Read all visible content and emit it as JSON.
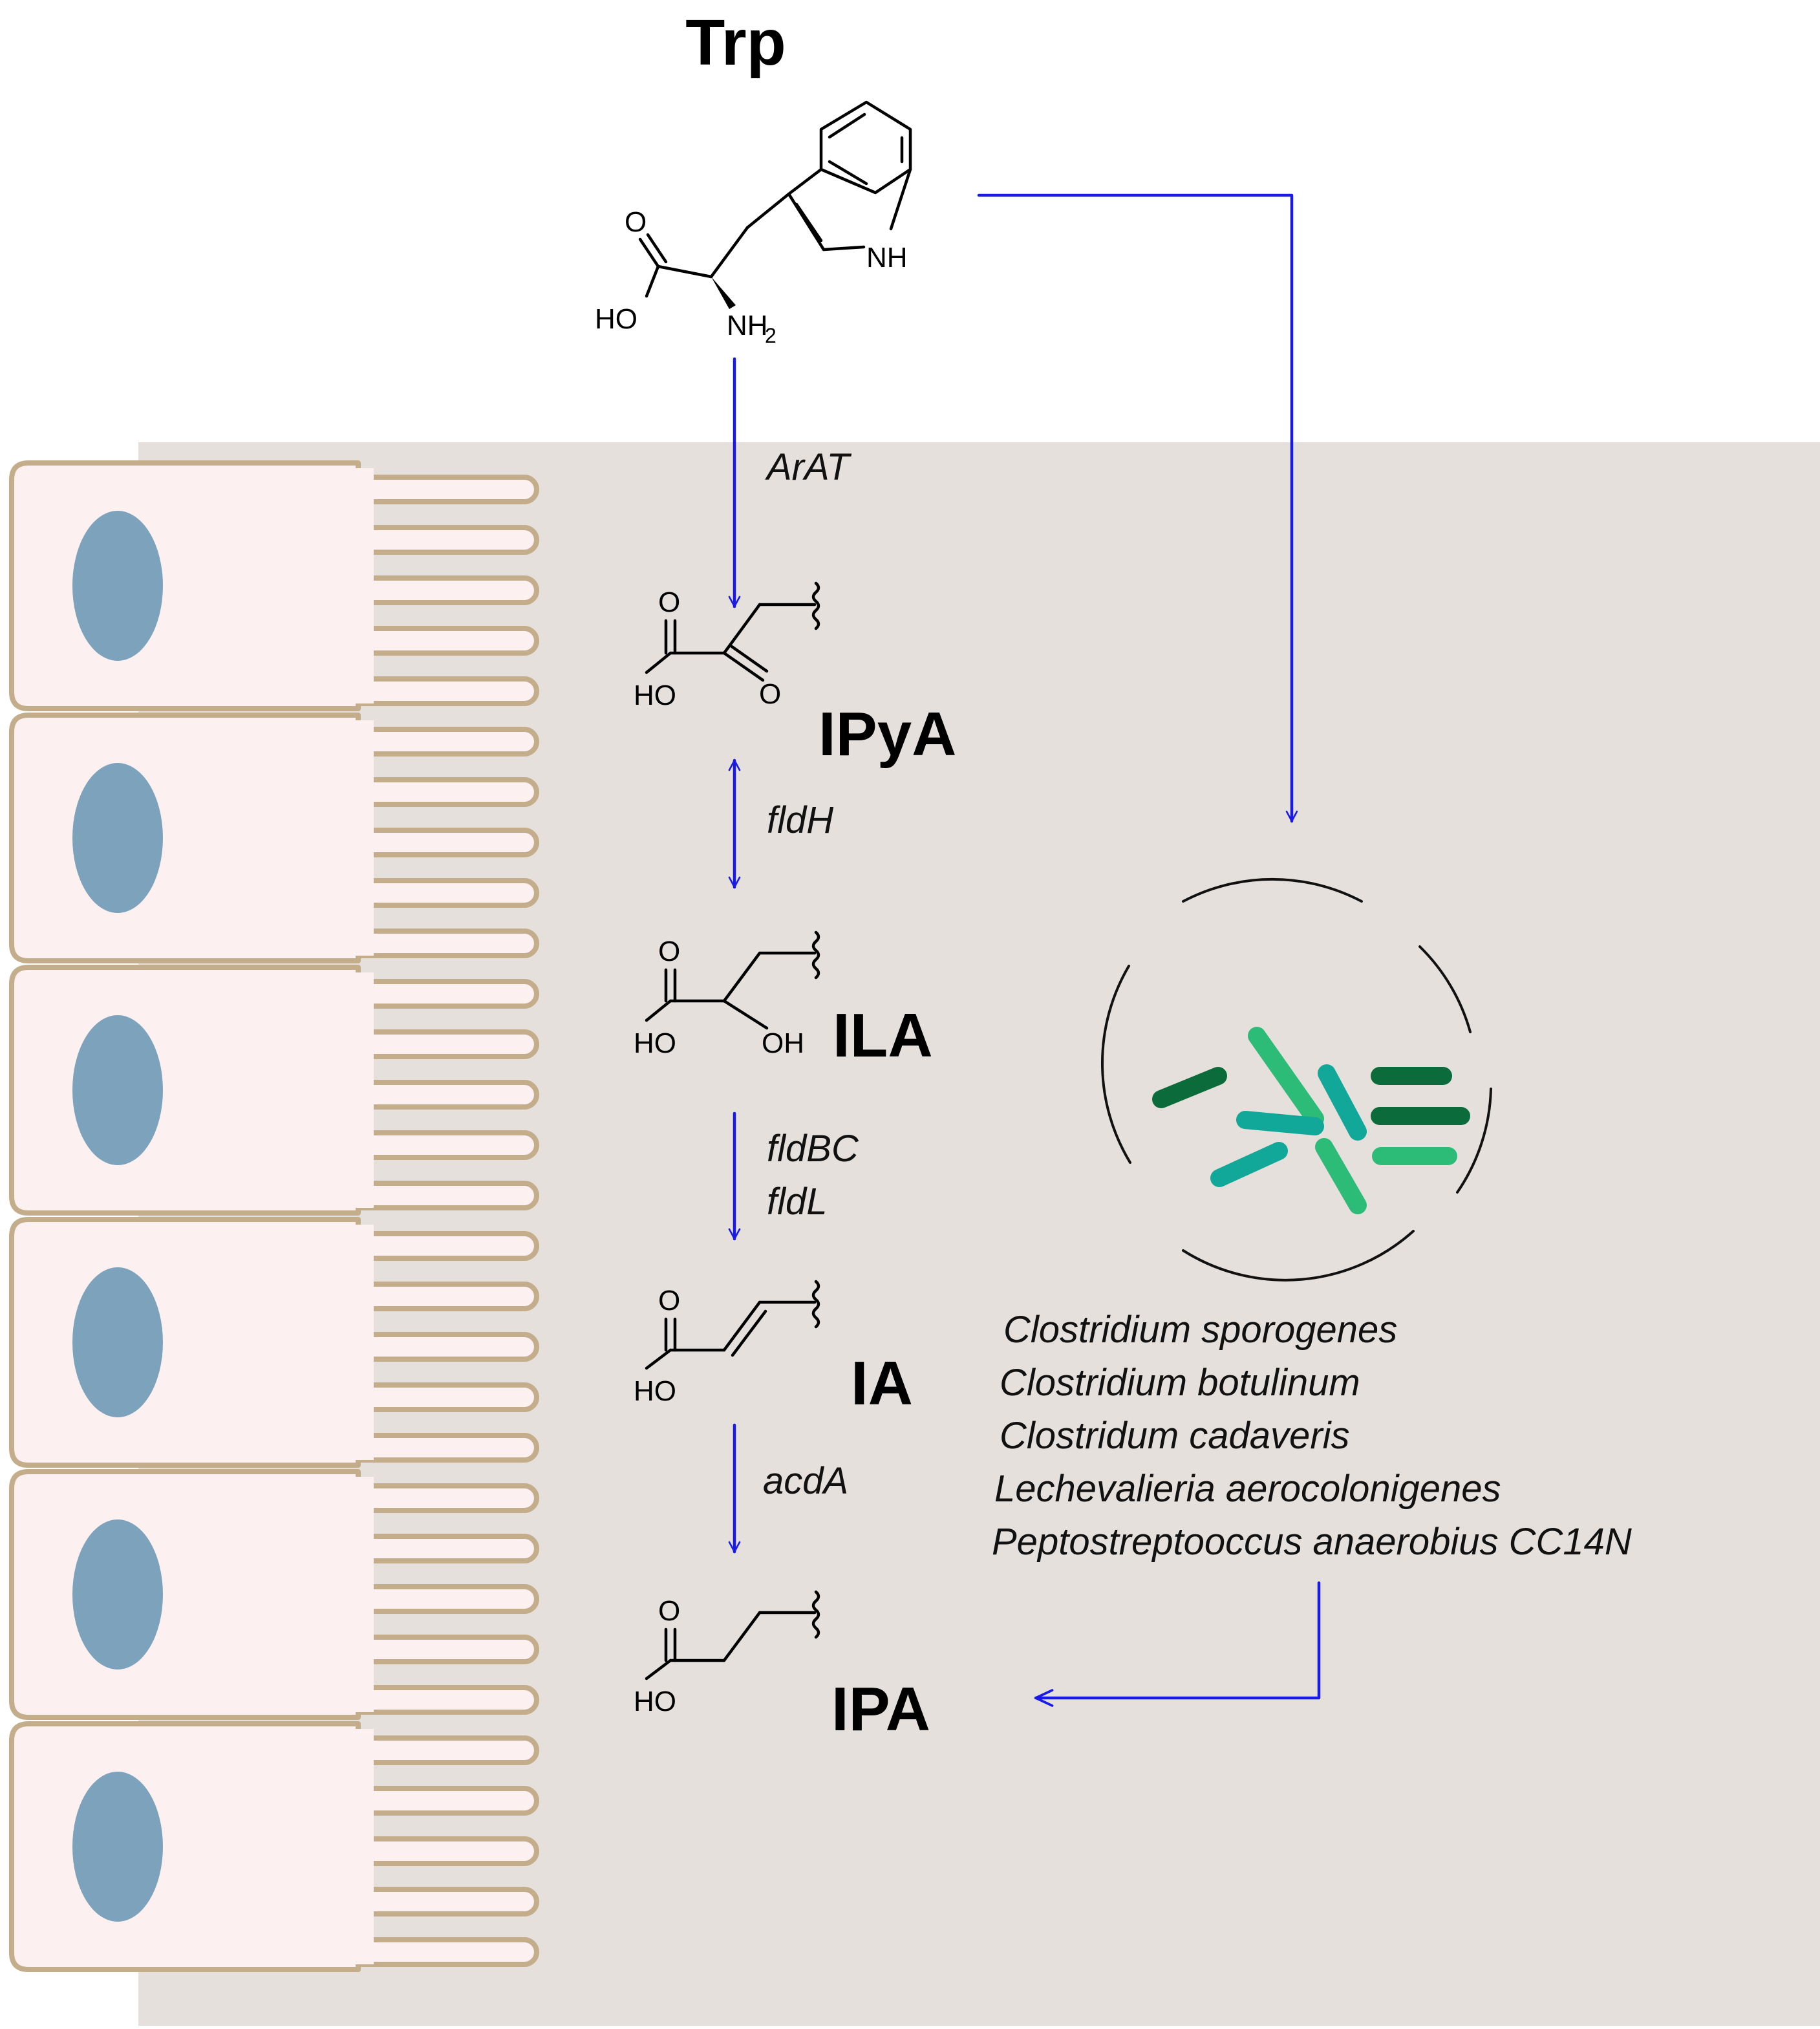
{
  "tryptophan": {
    "label": "Trp",
    "atoms": {
      "oxygen": "O",
      "hydroxyl": "HO",
      "amine": "NH",
      "amine_sub": "2",
      "indole_nh": "NH"
    }
  },
  "pathway": {
    "steps": [
      {
        "id": "ipya",
        "label": "IPyA",
        "atoms": {
          "o_top": "O",
          "ho": "HO",
          "o_keto": "O"
        }
      },
      {
        "id": "ila",
        "label": "ILA",
        "atoms": {
          "o_top": "O",
          "ho": "HO",
          "oh": "OH"
        }
      },
      {
        "id": "ia",
        "label": "IA",
        "atoms": {
          "o_top": "O",
          "ho": "HO"
        }
      },
      {
        "id": "ipa",
        "label": "IPA",
        "atoms": {
          "o_top": "O",
          "ho": "HO"
        }
      }
    ],
    "enzymes": {
      "arat": "ArAT",
      "fldh": "fldH",
      "fldbc": "fldBC",
      "fldl": "fldL",
      "acda": "acdA"
    }
  },
  "bacteria": {
    "species": [
      "Clostridium sporogenes",
      "Clostridium botulinum",
      "Clostridum cadaveris",
      "Lechevalieria aerocolonigenes",
      "Peptostreptooccus anaerobius CC14N"
    ],
    "colors": {
      "dark": "#0b6b3a",
      "medium": "#1aa86b",
      "light": "#2dbb78",
      "teal": "#12a899"
    }
  },
  "colors": {
    "arrow": "#1a1ae6",
    "lumen_background": "#e5e0dc",
    "cell_fill": "#fcf0f0",
    "cell_outline": "#c4ad8b",
    "nucleus": "#7da3bc"
  }
}
